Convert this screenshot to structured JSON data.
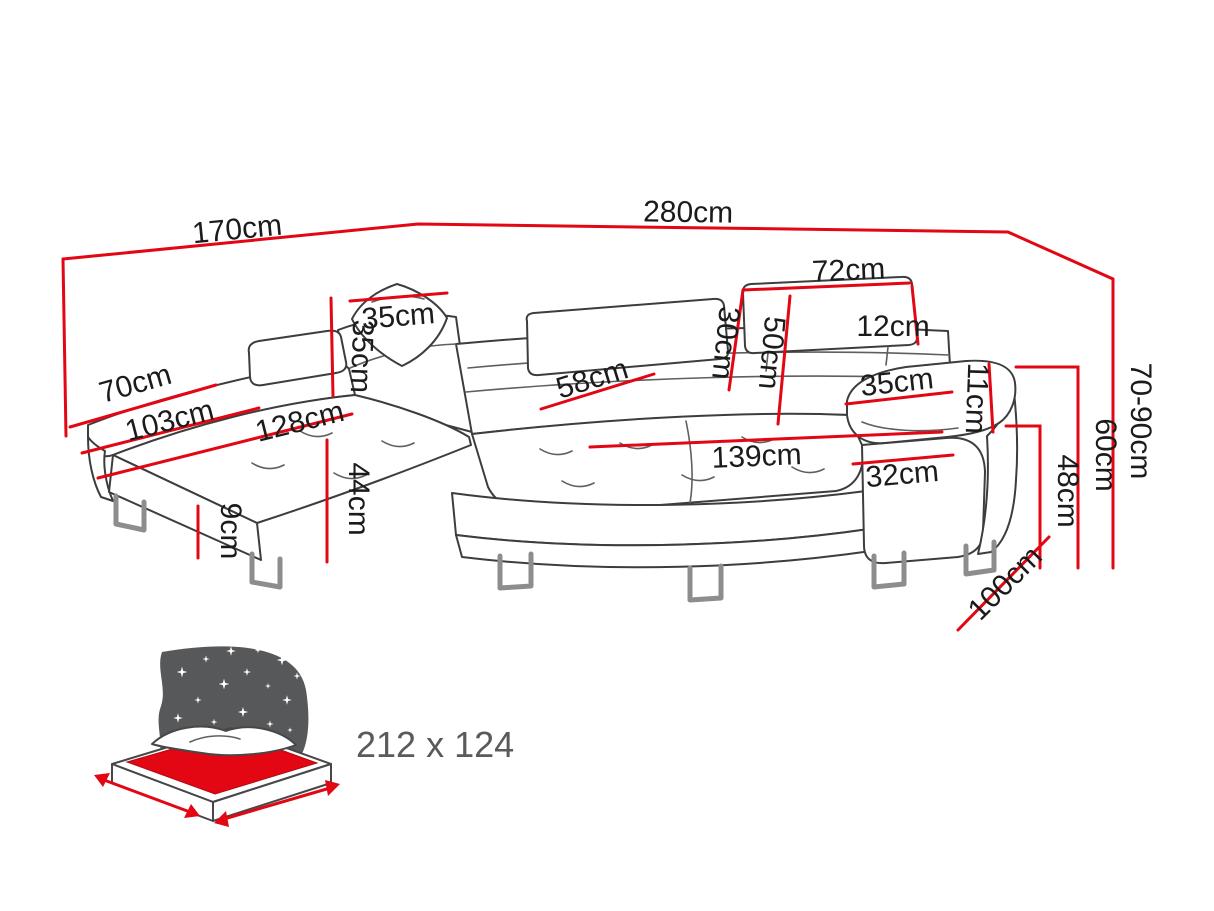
{
  "colors": {
    "red": "#e30613",
    "ink": "#1b1b1b",
    "outline": "#3d3d3d",
    "bedDark": "#57585a"
  },
  "diagram": {
    "labels": {
      "back_left_width": "170cm",
      "back_right_width": "280cm",
      "headrest_width": "72cm",
      "headrest_thickness": "12cm",
      "headrest_height": "30cm",
      "backrest_height": "50cm",
      "pillow_width": "35cm",
      "pillow_height": "35cm",
      "chaise_arm_width": "70cm",
      "chaise_inner_length": "103cm",
      "chaise_length": "128cm",
      "seat_depth": "58cm",
      "seat_width": "139cm",
      "armrest_inner_depth": "32cm",
      "armrest_width": "35cm",
      "armrest_side_height": "11cm",
      "seat_height": "44cm",
      "leg_height": "9cm",
      "armrest_front_height": "48cm",
      "armrest_top_height": "60cm",
      "total_height": "70-90cm",
      "depth": "100cm"
    },
    "bed": {
      "sleeping_area": "212 x 124"
    }
  }
}
